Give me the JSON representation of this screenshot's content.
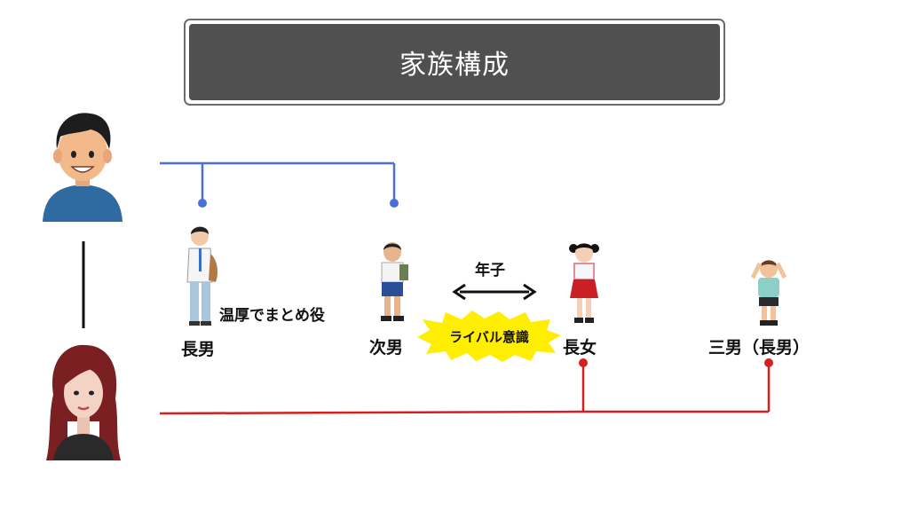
{
  "title": "家族構成",
  "children": {
    "eldest_son": "長男",
    "second_son": "次男",
    "eldest_daughter": "長女",
    "third_son": "三男（長男）"
  },
  "notes": {
    "eldest_son_trait": "温厚でまとめ役",
    "age_gap": "年子",
    "rivalry": "ライバル意識"
  },
  "colors": {
    "father_line": "#4a6fd8",
    "mother_line": "#d62020",
    "title_bg": "#505050",
    "burst": "#ffee00"
  }
}
